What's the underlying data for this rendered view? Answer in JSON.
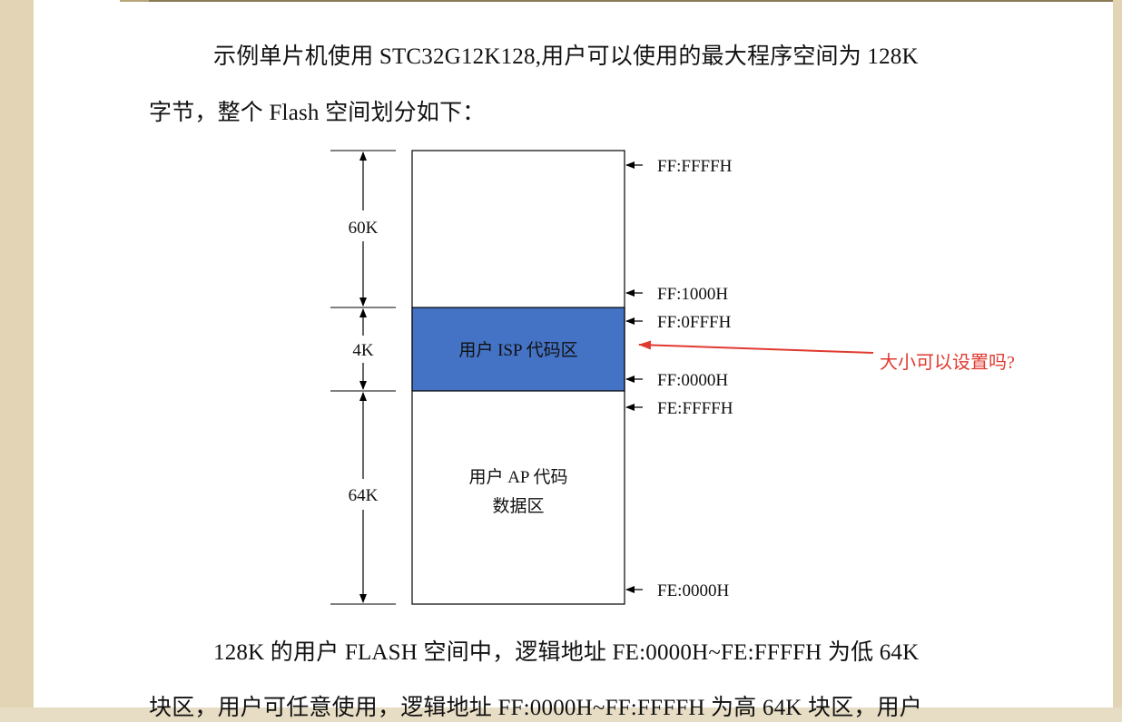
{
  "paragraph1": {
    "line1": "示例单片机使用 STC32G12K128,用户可以使用的最大程序空间为 128K",
    "line2": "字节，整个 Flash 空间划分如下："
  },
  "diagram": {
    "sizes": {
      "top": "60K",
      "middle": "4K",
      "bottom": "64K"
    },
    "regions": {
      "isp": "用户 ISP 代码区",
      "ap_line1": "用户 AP 代码",
      "ap_line2": "数据区"
    },
    "addresses": {
      "a1": "FF:FFFFH",
      "a2": "FF:1000H",
      "a3": "FF:0FFFH",
      "a4": "FF:0000H",
      "a5": "FE:FFFFH",
      "a6": "FE:0000H"
    },
    "annotation": "大小可以设置吗?",
    "colors": {
      "isp_fill": "#4472c4",
      "annotation": "#e03a30"
    }
  },
  "paragraph2": {
    "line1": "128K 的用户 FLASH 空间中，逻辑地址 FE:0000H~FE:FFFFH 为低 64K",
    "line2": "块区，用户可任意使用，逻辑地址 FF:0000H~FF:FFFFH 为高 64K 块区，用户"
  }
}
